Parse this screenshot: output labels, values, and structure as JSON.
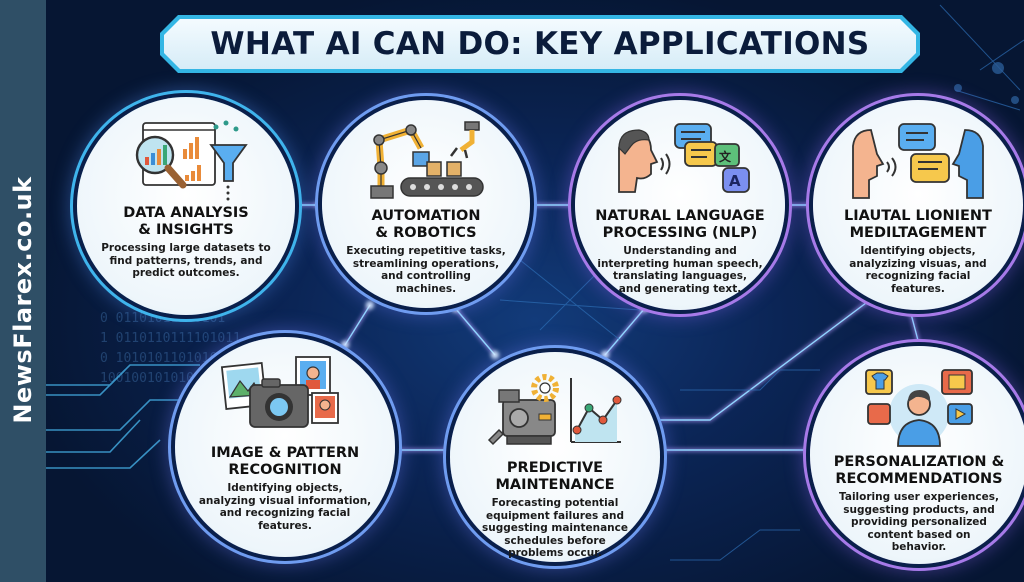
{
  "sidebar": {
    "watermark": "NewsFlarex.co.uk"
  },
  "header": {
    "title": "WHAT AI CAN DO: KEY APPLICATIONS"
  },
  "colors": {
    "background": "#061633",
    "sidebar": "#2f4f66",
    "title_border": "#34b6e4",
    "ring_blue": "#3fb4ec",
    "ring_purple": "#a77ae8",
    "title_text": "#0b1c3b"
  },
  "applications": [
    {
      "icon": "data-analysis-magnifier-funnel-icon",
      "title": "DATA ANALYSIS\n& INSIGHTS",
      "description": "Processing large datasets to\nfind patterns, trends, and\npredict outcomes."
    },
    {
      "icon": "robotic-arm-conveyor-icon",
      "title": "AUTOMATION\n& ROBOTICS",
      "description": "Executing repetitive tasks,\nstreamlining operations,\nand controlling\nmachines."
    },
    {
      "icon": "speaking-head-translation-bubbles-icon",
      "title": "NATURAL LANGUAGE\nPROCESSING (NLP)",
      "description": "Understanding and\ninterpreting human speech,\ntranslating languages,\nand generating text."
    },
    {
      "icon": "two-heads-conversation-icon",
      "title": "LIAUTAL LIONIENT\nMEDILTAGEMENT",
      "description": "Identifying objects,\nanalyzizing visuas, and\nrecognizing facial\nfeatures."
    },
    {
      "icon": "camera-photos-icon",
      "title": "IMAGE & PATTERN\nRECOGNITION",
      "description": "Identifying objects,\nanalyzing visual information,\nand recognizing facial\nfeatures."
    },
    {
      "icon": "machine-gear-trend-chart-icon",
      "title": "PREDICTIVE\nMAINTENANCE",
      "description": "Forecasting potential\nequipment failures and\nsuggesting maintenance\nschedules before\nproblems occur."
    },
    {
      "icon": "user-recommendation-bubbles-icon",
      "title": "PERSONALIZATION &\nRECOMMENDATIONS",
      "description": "Tailoring user experiences,\nsuggesting products, and\nproviding personalized\ncontent based on\nbehavior."
    }
  ]
}
